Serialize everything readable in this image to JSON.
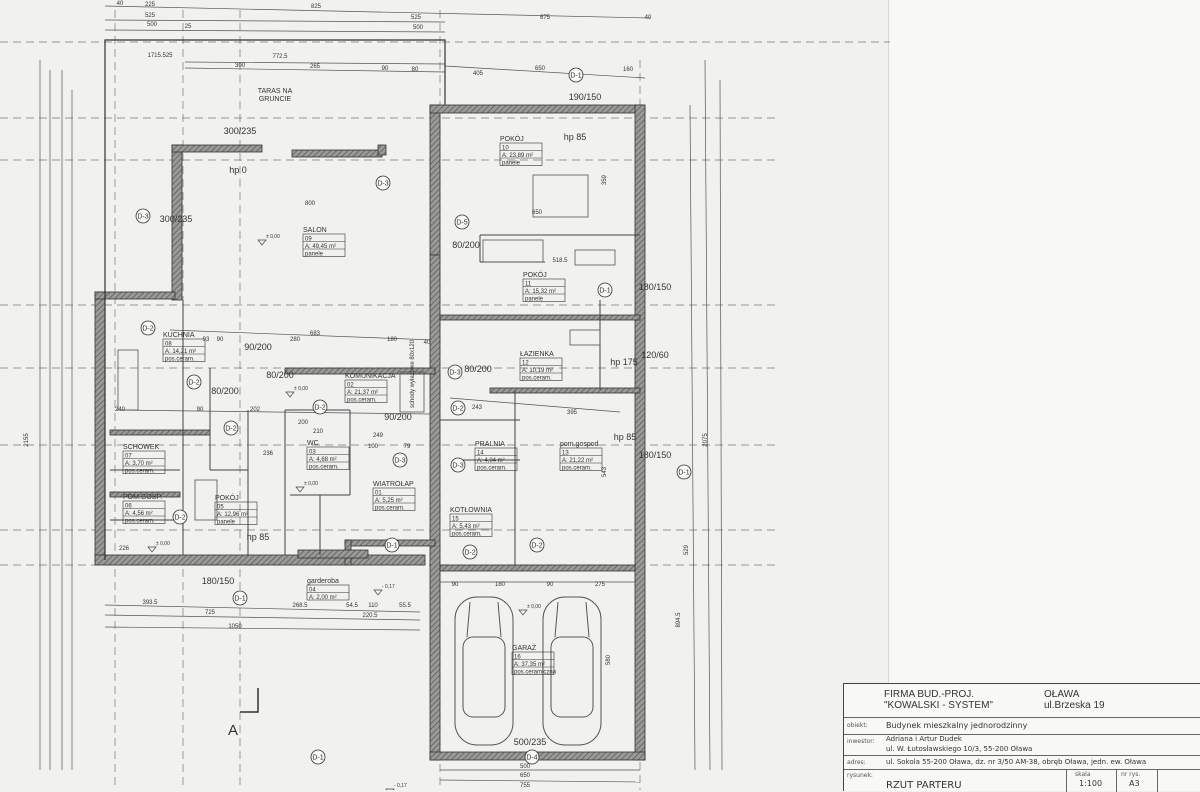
{
  "terrace_label": [
    "TARAS NA",
    "GRUNCIE"
  ],
  "rooms": [
    {
      "name": "SALON",
      "no": "09",
      "area": "A: 49,45 m²",
      "floor": "panele"
    },
    {
      "name": "POKÓJ",
      "no": "10",
      "area": "A: 23,89 m²",
      "floor": "panele"
    },
    {
      "name": "POKÓJ",
      "no": "11",
      "area": "A: 15,32 m²",
      "floor": "panele"
    },
    {
      "name": "ŁAZIENKA",
      "no": "12",
      "area": "A: 10,19 m²",
      "floor": "pos.ceram."
    },
    {
      "name": "KUCHNIA",
      "no": "08",
      "area": "A: 14,21 m²",
      "floor": "pos.ceram."
    },
    {
      "name": "KOMUNIKACJA",
      "no": "02",
      "area": "A: 21,37 m²",
      "floor": "pos.ceram."
    },
    {
      "name": "WC",
      "no": "03",
      "area": "A: 4,68 m²",
      "floor": "pos.ceram."
    },
    {
      "name": "SCHOWEK",
      "no": "07",
      "area": "A: 3,70 m²",
      "floor": "pos.ceram."
    },
    {
      "name": "POM.GOSP.",
      "no": "06",
      "area": "A: 4,56 m²",
      "floor": "pos.ceram."
    },
    {
      "name": "POKÓJ",
      "no": "05",
      "area": "A: 12,96 m²",
      "floor": "panele"
    },
    {
      "name": "WIATROŁAP",
      "no": "01",
      "area": "A: 5,25 m²",
      "floor": "pos.ceram."
    },
    {
      "name": "PRALNIA",
      "no": "14",
      "area": "A: 4,04 m²",
      "floor": "pos.ceram."
    },
    {
      "name": "pom.gospod",
      "no": "13",
      "area": "A: 21,22 m²",
      "floor": "pos.ceram."
    },
    {
      "name": "KOTŁOWNIA",
      "no": "15",
      "area": "A: 5,43 m²",
      "floor": "pos.ceram."
    },
    {
      "name": "garderoba",
      "no": "04",
      "area": "A: 2,00 m²",
      "floor": ""
    },
    {
      "name": "GARAŻ",
      "no": "16",
      "area": "A: 37,35 m²",
      "floor": "pos.ceramiczna"
    }
  ],
  "dimensions": [
    "40",
    "225",
    "825",
    "675",
    "40",
    "525",
    "525",
    "500",
    "500",
    "25",
    "1715.525",
    "772.5",
    "300",
    "265",
    "90",
    "80",
    "405",
    "650",
    "160",
    "800",
    "650",
    "683",
    "93",
    "90",
    "280",
    "180",
    "40",
    "518.5",
    "395",
    "243",
    "240",
    "90",
    "202",
    "200",
    "249",
    "100",
    "79",
    "210",
    "236",
    "226",
    "393.5",
    "725",
    "268.5",
    "54.5",
    "110",
    "55.5",
    "220.5",
    "1050",
    "90",
    "180",
    "90",
    "275",
    "500",
    "650",
    "755",
    "359",
    "543",
    "580",
    "894.5",
    "2155",
    "2075",
    "529"
  ],
  "door_tags": [
    "D-1",
    "D-2",
    "D-3",
    "D-4",
    "D-5"
  ],
  "opening_labels": [
    "80/200",
    "90/200",
    "180/150",
    "120/60",
    "hp 85",
    "hp 0",
    "hp 175",
    "300/235",
    "500/235",
    "190/150"
  ],
  "levels": [
    "± 0,00",
    "- 0,17"
  ],
  "stairs_note": "schody wyłazowe 80x120",
  "section_marker": "A",
  "title_block": {
    "firm": [
      "FIRMA BUD.-PROJ.",
      "\"KOWALSKI - SYSTEM\""
    ],
    "city": [
      "OŁAWA",
      "ul.Brzeska 19"
    ],
    "object_label": "obiekt:",
    "object": "Budynek mieszkalny jednorodzinny",
    "investor_label": "inwestor:",
    "investor": [
      "Adriana i Artur Dudek",
      "ul. W. Łutosławskiego 10/3, 55-200 Oława"
    ],
    "address_label": "adres:",
    "address": "ul. Sokola 55-200 Oława, dz. nr 3/50 AM-38, obręb Oława, jedn. ew. Oława",
    "drawing_label": "rysunek:",
    "drawing": "RZUT PARTERU",
    "scale_label": "skala",
    "scale": "1:100",
    "sheet_label": "nr rys.",
    "sheet": "A3"
  }
}
